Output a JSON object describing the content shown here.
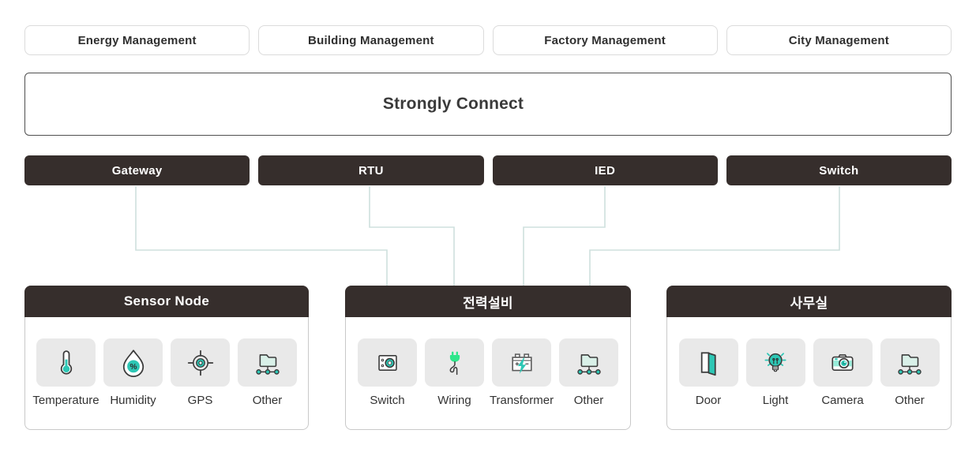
{
  "colors": {
    "accent_teal": "#2ec7b5",
    "accent_green": "#2ee68a",
    "mint_fill": "#d9f0e8",
    "dark_bar": "#362e2c",
    "connector_line": "#cfe0de",
    "tile_bg": "#e9e9e9"
  },
  "top_services": [
    {
      "label": "Energy Management"
    },
    {
      "label": "Building Management"
    },
    {
      "label": "Factory Management"
    },
    {
      "label": "City Management"
    }
  ],
  "platform": {
    "title": "Strongly Connect"
  },
  "devices": [
    {
      "label": "Gateway"
    },
    {
      "label": "RTU"
    },
    {
      "label": "IED"
    },
    {
      "label": "Switch"
    }
  ],
  "humidity_symbol": "%",
  "groups": [
    {
      "title": "Sensor Node",
      "items": [
        {
          "icon": "thermometer-icon",
          "label": "Temperature"
        },
        {
          "icon": "humidity-icon",
          "label": "Humidity"
        },
        {
          "icon": "gps-icon",
          "label": "GPS"
        },
        {
          "icon": "network-icon",
          "label": "Other"
        }
      ]
    },
    {
      "title": "전력설비",
      "items": [
        {
          "icon": "switchbox-icon",
          "label": "Switch"
        },
        {
          "icon": "plug-icon",
          "label": "Wiring"
        },
        {
          "icon": "transformer-icon",
          "label": "Transformer"
        },
        {
          "icon": "network-icon",
          "label": "Other"
        }
      ]
    },
    {
      "title": "사무실",
      "items": [
        {
          "icon": "door-icon",
          "label": "Door"
        },
        {
          "icon": "lightbulb-icon",
          "label": "Light"
        },
        {
          "icon": "camera-icon",
          "label": "Camera"
        },
        {
          "icon": "network-icon",
          "label": "Other"
        }
      ]
    }
  ]
}
